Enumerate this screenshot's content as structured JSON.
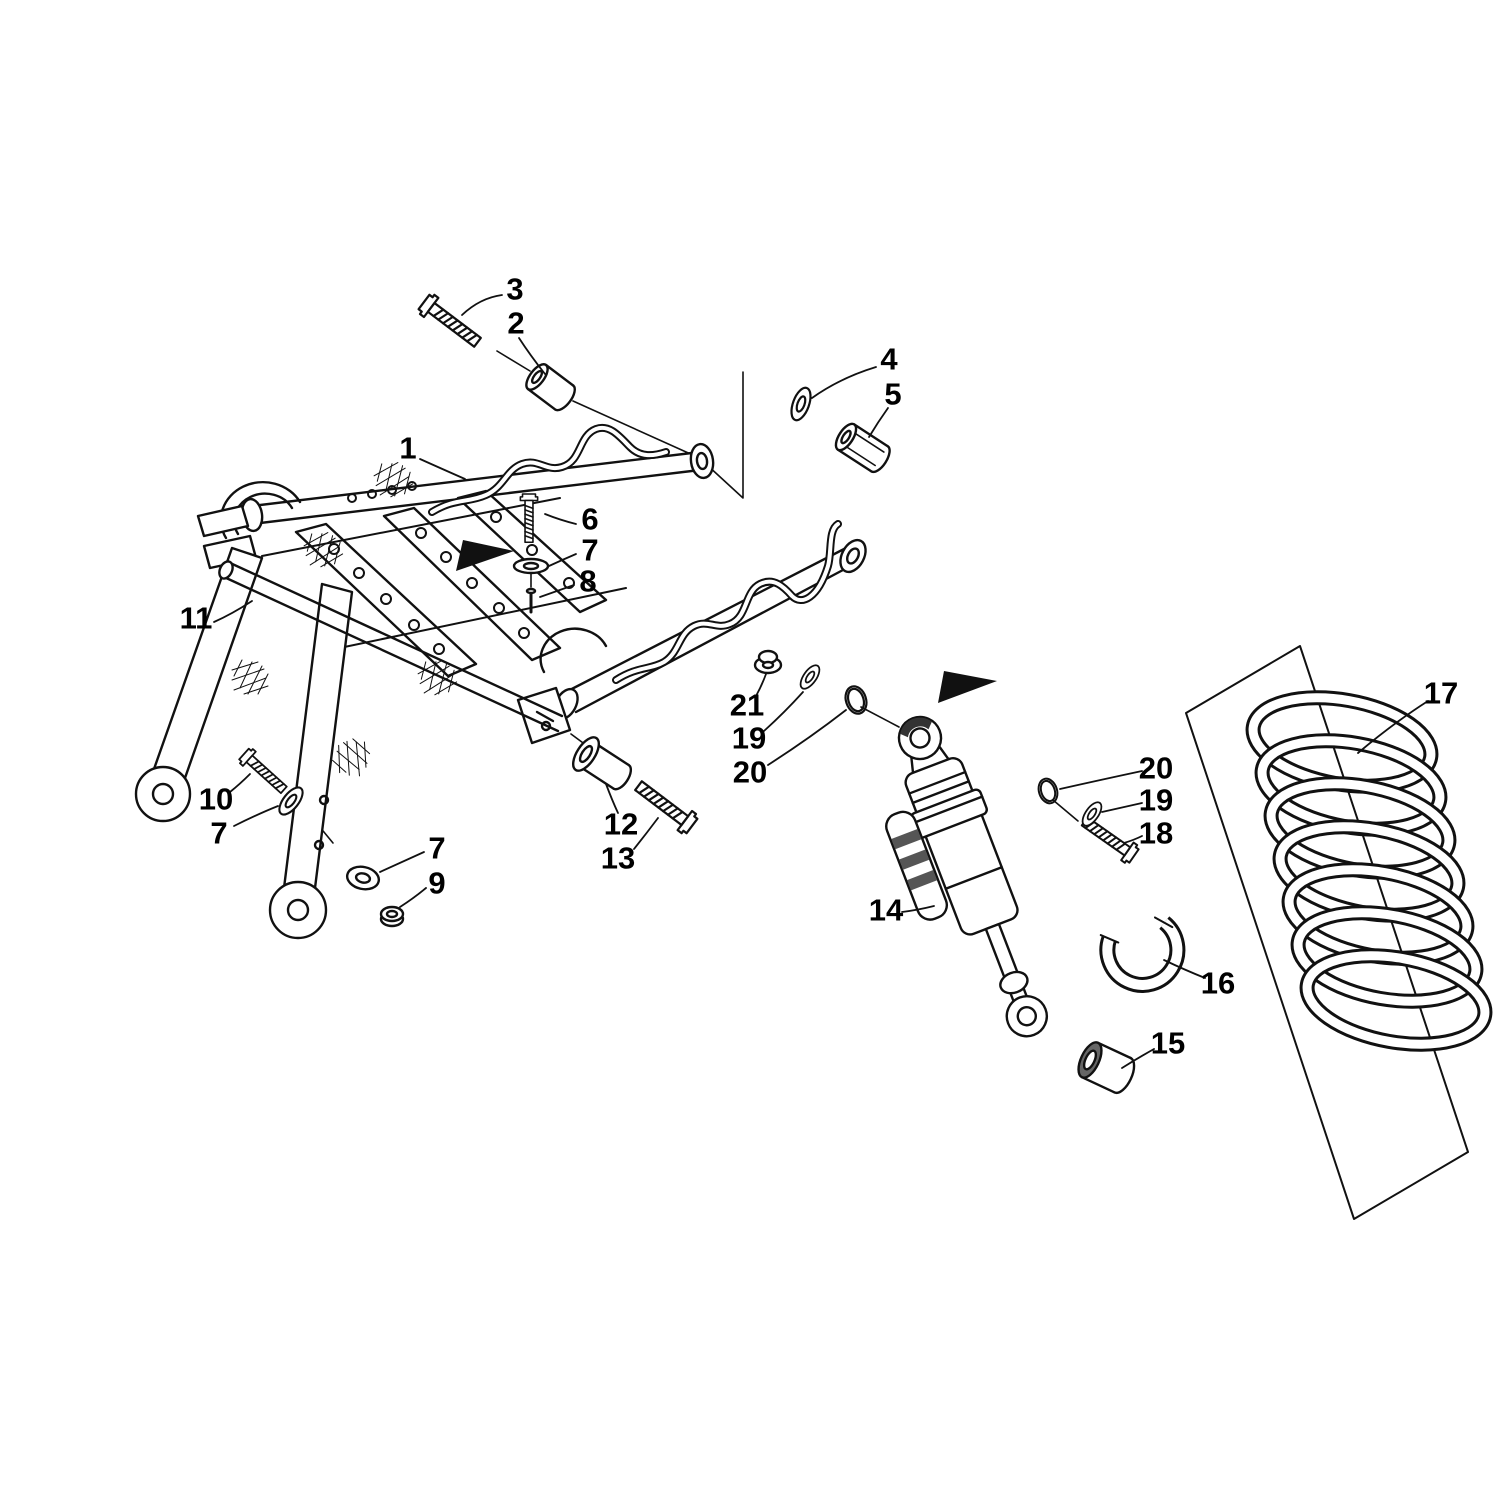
{
  "diagram": {
    "type": "exploded-parts-diagram",
    "colors": {
      "background": "#ffffff",
      "line": "#111111",
      "shade": "#555555"
    },
    "callouts": [
      {
        "text": "3"
      },
      {
        "text": "2"
      },
      {
        "text": "4"
      },
      {
        "text": "5"
      },
      {
        "text": "1"
      },
      {
        "text": "6"
      },
      {
        "text": "7"
      },
      {
        "text": "8"
      },
      {
        "text": "11"
      },
      {
        "text": "21"
      },
      {
        "text": "19"
      },
      {
        "text": "20"
      },
      {
        "text": "10"
      },
      {
        "text": "7"
      },
      {
        "text": "12"
      },
      {
        "text": "13"
      },
      {
        "text": "7"
      },
      {
        "text": "9"
      },
      {
        "text": "20"
      },
      {
        "text": "19"
      },
      {
        "text": "18"
      },
      {
        "text": "14"
      },
      {
        "text": "16"
      },
      {
        "text": "15"
      },
      {
        "text": "17"
      }
    ]
  }
}
